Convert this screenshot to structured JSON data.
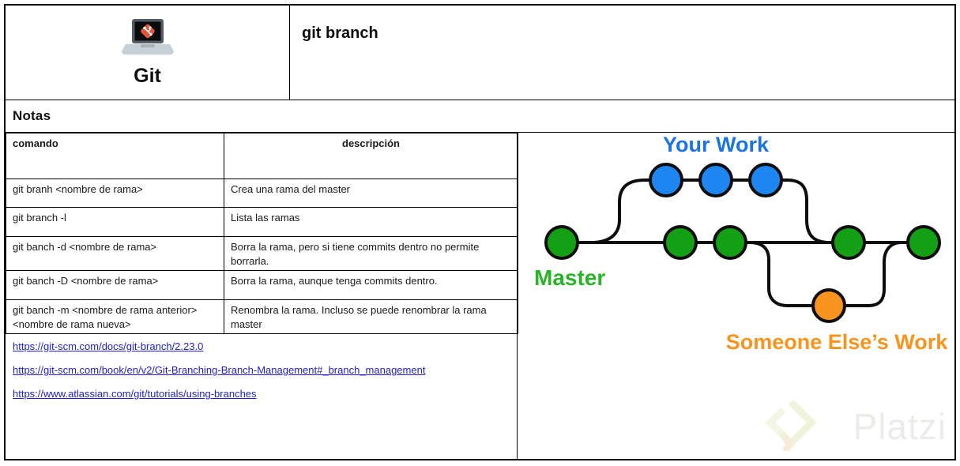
{
  "header": {
    "app_title": "Git",
    "page_title": "git branch"
  },
  "notes": {
    "label": "Notas"
  },
  "table": {
    "columns": {
      "comando": "comando",
      "descripcion": "descripción"
    },
    "rows": [
      {
        "comando": "git branh <nombre de rama>",
        "descripcion": "Crea una rama del master"
      },
      {
        "comando": "git branch -l",
        "descripcion": "Lista las ramas"
      },
      {
        "comando": "git banch -d <nombre de rama>",
        "descripcion": "Borra la rama, pero si tiene commits dentro no permite borrarla."
      },
      {
        "comando": "git banch -D <nombre de rama>",
        "descripcion": "Borra la rama, aunque tenga commits dentro."
      },
      {
        "comando": "git banch -m <nombre de rama anterior> <nombre de rama nueva>",
        "descripcion": "Renombra la rama. Incluso se puede renombrar la rama master"
      }
    ]
  },
  "links": [
    "https://git-scm.com/docs/git-branch/2.23.0",
    "https://git-scm.com/book/en/v2/Git-Branching-Branch-Management#_branch_management",
    "https://www.atlassian.com/git/tutorials/using-branches"
  ],
  "diagram": {
    "labels": {
      "your_work": "Your Work",
      "master": "Master",
      "someone_else": "Someone Else’s Work"
    },
    "colors": {
      "commit_blue": "#1e86f0",
      "commit_green": "#14a014",
      "commit_orange": "#f7941e",
      "line_black": "#0d0d0d",
      "label_blue": "#1b74e0",
      "label_green": "#27b427",
      "label_orange": "#f7941e"
    }
  },
  "watermark": {
    "text": "Platzi"
  }
}
